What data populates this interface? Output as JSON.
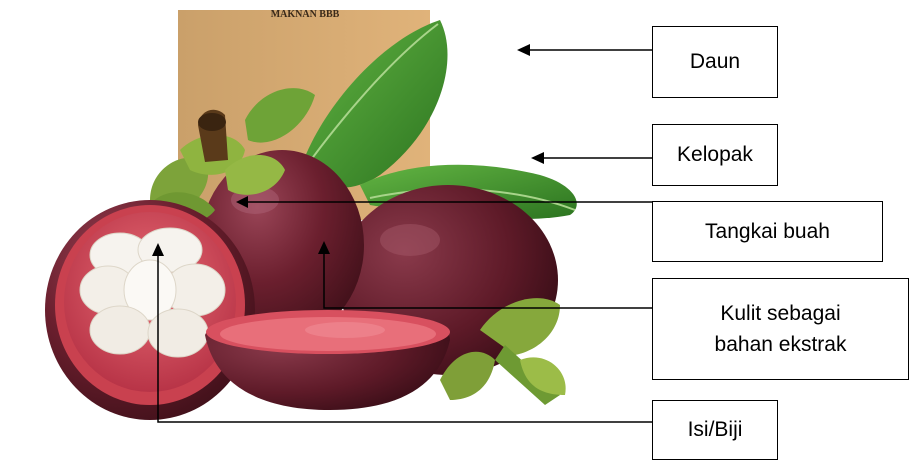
{
  "package_text": "MAKNAN BBB",
  "labels": {
    "daun": "Daun",
    "kelopak": "Kelopak",
    "tangkai": "Tangkai buah",
    "kulit_line1": "Kulit sebagai",
    "kulit_line2": "bahan ekstrak",
    "isi": "Isi/Biji"
  },
  "colors": {
    "rind": "#6b1f2e",
    "rind_highlight": "#8e3446",
    "flesh": "#f3f0ea",
    "inner_rind": "#d8505f",
    "leaf": "#3f8f2a",
    "calyx": "#7fa33a",
    "package": "#d3a56e"
  }
}
